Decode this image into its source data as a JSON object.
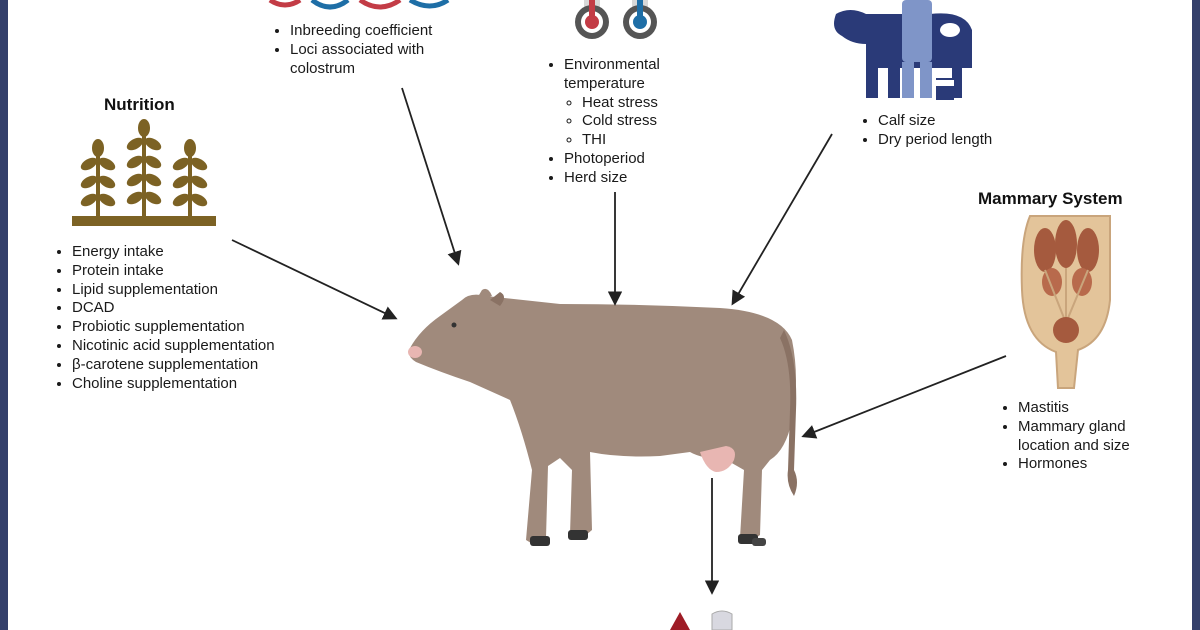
{
  "colors": {
    "frame": "#34406b",
    "cow_body": "#a08a7c",
    "cow_dark": "#8a7264",
    "udder": "#e8b6b2",
    "plant": "#7c6224",
    "thermo_red": "#c33c46",
    "thermo_blue": "#1e6ea6",
    "farmer_blue": "#2a3a78",
    "farmer_light": "#7f95c8",
    "mammary_tan": "#e3c49a",
    "mammary_brown": "#a55a3e",
    "arrow": "#222222"
  },
  "genetics": {
    "items": [
      "Inbreeding coefficient",
      "Loci associated with colostrum"
    ]
  },
  "nutrition": {
    "title": "Nutrition",
    "icon": "wheat-plants-icon",
    "items": [
      "Energy intake",
      "Protein intake",
      "Lipid supplementation",
      "DCAD",
      "Probiotic supplementation",
      "Nicotinic acid supplementation",
      "β-carotene supplementation",
      "Choline supplementation"
    ]
  },
  "environment": {
    "icon": "thermometers-icon",
    "item_1": "Environmental temperature",
    "subitems": [
      "Heat stress",
      "Cold stress",
      "THI"
    ],
    "item_2": "Photoperiod",
    "item_3": "Herd size"
  },
  "management": {
    "icon": "cow-and-farmer-icon",
    "items": [
      "Calf size",
      "Dry period length"
    ]
  },
  "mammary": {
    "title": "Mammary System",
    "icon": "mammary-gland-icon",
    "items": [
      "Mastitis",
      "Mammary gland location and size",
      "Hormones"
    ]
  }
}
